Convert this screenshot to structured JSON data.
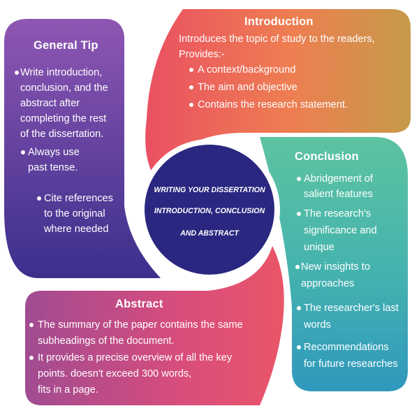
{
  "center": {
    "lines": [
      "WRITING YOUR DISSERTATION",
      "INTRODUCTION, CONCLUSION",
      "AND ABSTRACT"
    ]
  },
  "general_tip": {
    "title": "General Tip",
    "bullet1": [
      "Write introduction,",
      "conclusion, and the",
      "abstract after",
      "completing the rest",
      "of the dissertation."
    ],
    "bullet2": [
      "Always use",
      "past tense."
    ],
    "bullet3": [
      "Cite references",
      "to the original",
      "where needed"
    ]
  },
  "introduction": {
    "title": "Introduction",
    "intro": [
      "Introduces the topic of study to the readers,",
      "Provides:-"
    ],
    "bullets": [
      "A context/background",
      "The aim and objective",
      "Contains the research statement."
    ]
  },
  "conclusion": {
    "title": "Conclusion",
    "bullet1": [
      "Abridgement of",
      "salient features"
    ],
    "bullet2": [
      "The research's",
      "significance and",
      "unique"
    ],
    "bullet3": [
      "New insights to",
      "approaches"
    ],
    "bullet4": [
      "The researcher's last",
      "words"
    ],
    "bullet5": [
      "Recommendations",
      "for future researches"
    ]
  },
  "abstract": {
    "title": "Abstract",
    "bullet1": [
      "The summary of the paper contains the same",
      "subheadings of the document."
    ],
    "bullet2": [
      "It provides a precise overview of all the key",
      "points. doesn't exceed 300 words,",
      "fits in a page."
    ]
  },
  "colors": {
    "general_tip": [
      "#8f56b3",
      "#3b2f8c"
    ],
    "introduction": [
      "#ea5062",
      "#ee7e51",
      "#c69a4a"
    ],
    "conclusion": [
      "#5dc3a0",
      "#46b4ae",
      "#2f98bd"
    ],
    "abstract": [
      "#a14b92",
      "#d84d7c",
      "#ea5568"
    ],
    "center": "#2a2780"
  }
}
